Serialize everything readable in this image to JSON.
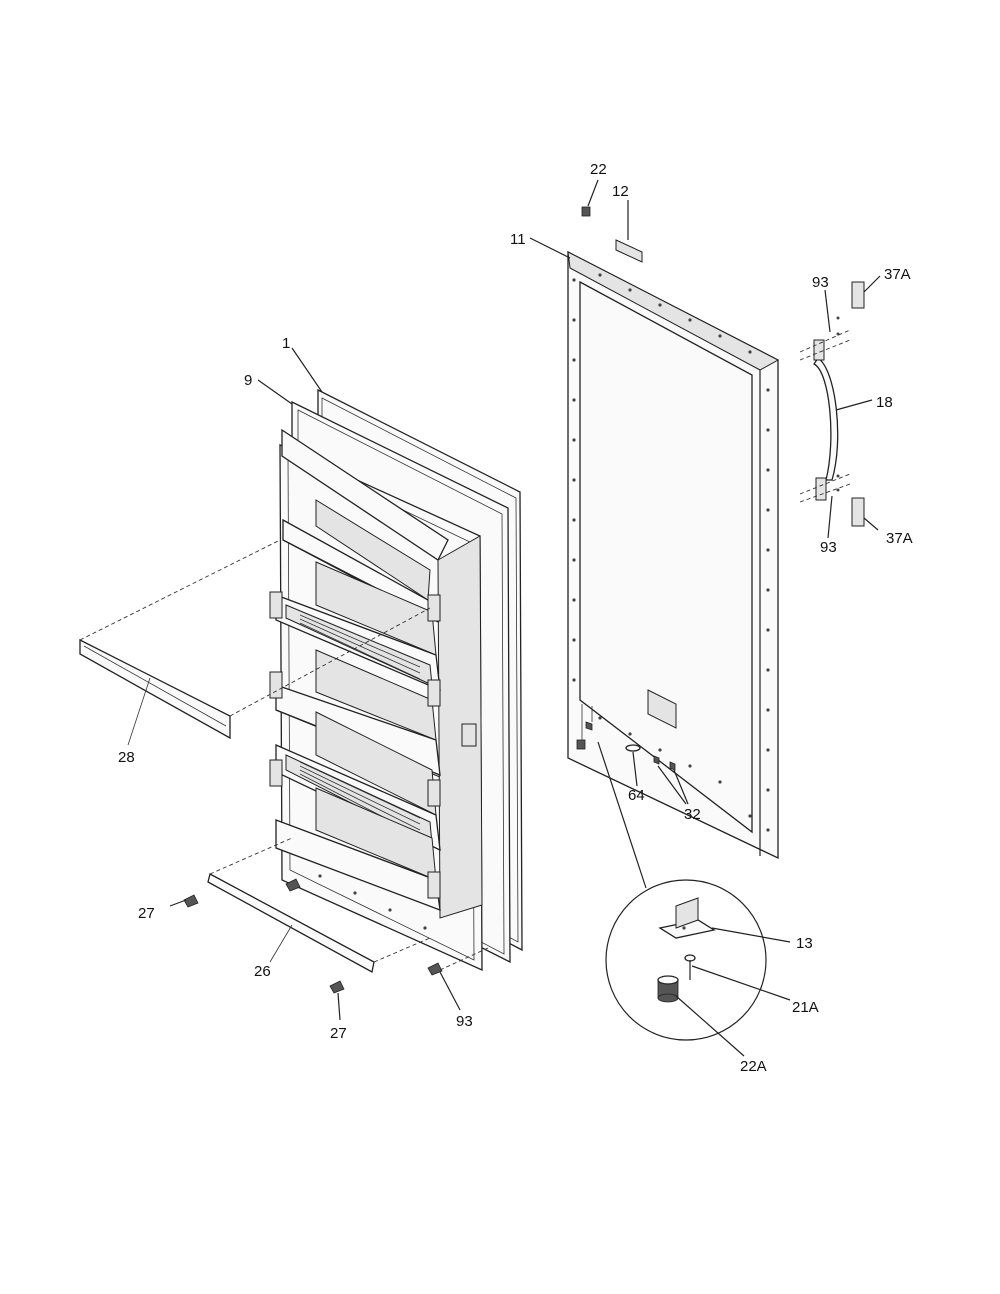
{
  "callouts": {
    "c1": "1",
    "c9": "9",
    "c28": "28",
    "c27a": "27",
    "c26": "26",
    "c27b": "27",
    "c93a": "93",
    "c22": "22",
    "c12": "12",
    "c11": "11",
    "c93b": "93",
    "c37a_top": "37A",
    "c18": "18",
    "c93c": "93",
    "c37a_bot": "37A",
    "c64": "64",
    "c32": "32",
    "c13": "13",
    "c21a": "21A",
    "c22a": "22A"
  }
}
